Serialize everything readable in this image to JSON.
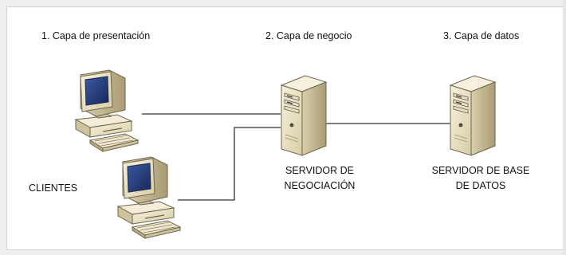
{
  "layers": {
    "presentation": "1. Capa de presentación",
    "business": "2. Capa de negocio",
    "data": "3. Capa de datos"
  },
  "labels": {
    "clients": "CLIENTES",
    "business_server_line1": "SERVIDOR DE",
    "business_server_line2": "NEGOCIACIÓN",
    "db_server_line1": "SERVIDOR DE BASE",
    "db_server_line2": "DE DATOS"
  },
  "colors": {
    "beige": "#efe8cf",
    "beige_dark": "#b9ad86",
    "screen": "#233a74",
    "line": "#333333"
  },
  "icons": [
    "computer-icon",
    "computer-icon",
    "server-icon",
    "server-icon"
  ]
}
